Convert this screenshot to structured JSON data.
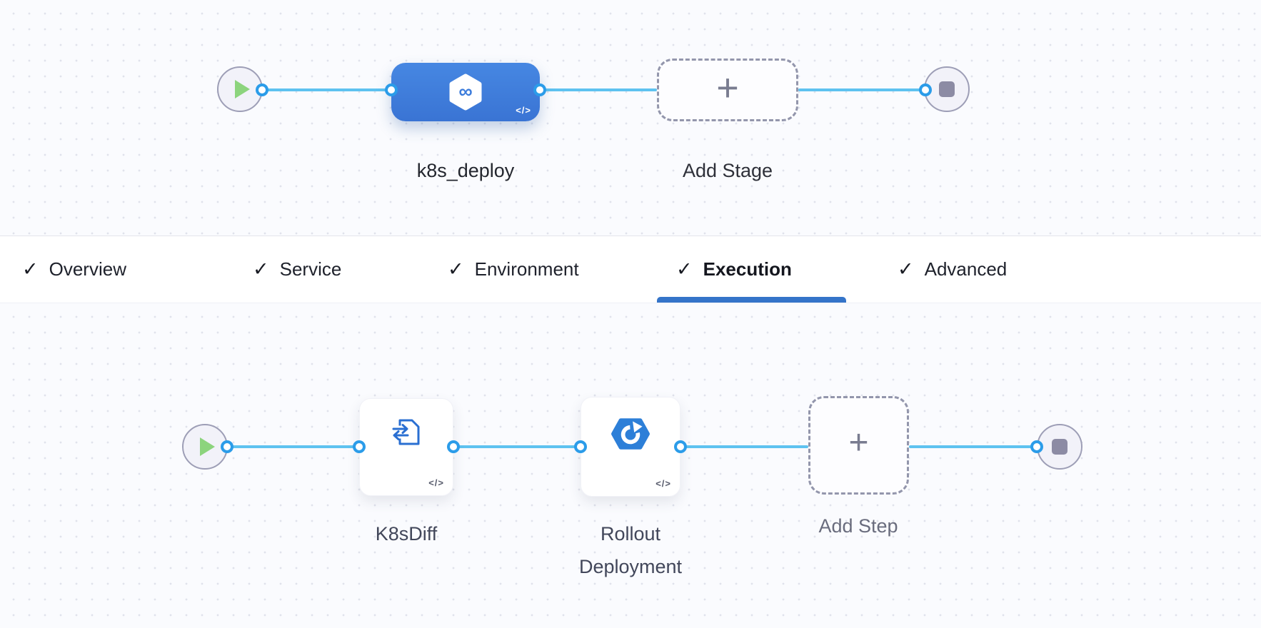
{
  "stage_pipeline": {
    "stage_label": "k8s_deploy",
    "add_stage_label": "Add Stage",
    "code_badge": "</>"
  },
  "tabs": {
    "check_glyph": "✓",
    "items": [
      {
        "label": "Overview",
        "checked": true,
        "active": false
      },
      {
        "label": "Service",
        "checked": true,
        "active": false
      },
      {
        "label": "Environment",
        "checked": true,
        "active": false
      },
      {
        "label": "Execution",
        "checked": true,
        "active": true
      },
      {
        "label": "Advanced",
        "checked": true,
        "active": false
      }
    ]
  },
  "execution_pipeline": {
    "steps": [
      {
        "label": "K8sDiff",
        "icon": "diff-document-icon"
      },
      {
        "label": "Rollout Deployment",
        "icon": "rollout-hexagon-icon"
      }
    ],
    "add_step_label": "Add Step",
    "code_badge": "</>"
  },
  "icons": {
    "plus_glyph": "+",
    "infinity_glyph": "∞",
    "play": "green-triangle",
    "stop": "gray-rounded-square",
    "stage_logo": "harness-infinity-hexagon"
  },
  "colors": {
    "stage_node_blue": "#3d7dda",
    "connector_blue": "#5ec2f0",
    "port_ring_blue": "#2b9ce9",
    "active_tab_underline": "#3474c9",
    "play_green": "#8cd47d",
    "stop_gray": "#8c8ba4",
    "icon_blue": "#2a6fd2",
    "canvas_bg": "#fafbfe"
  }
}
